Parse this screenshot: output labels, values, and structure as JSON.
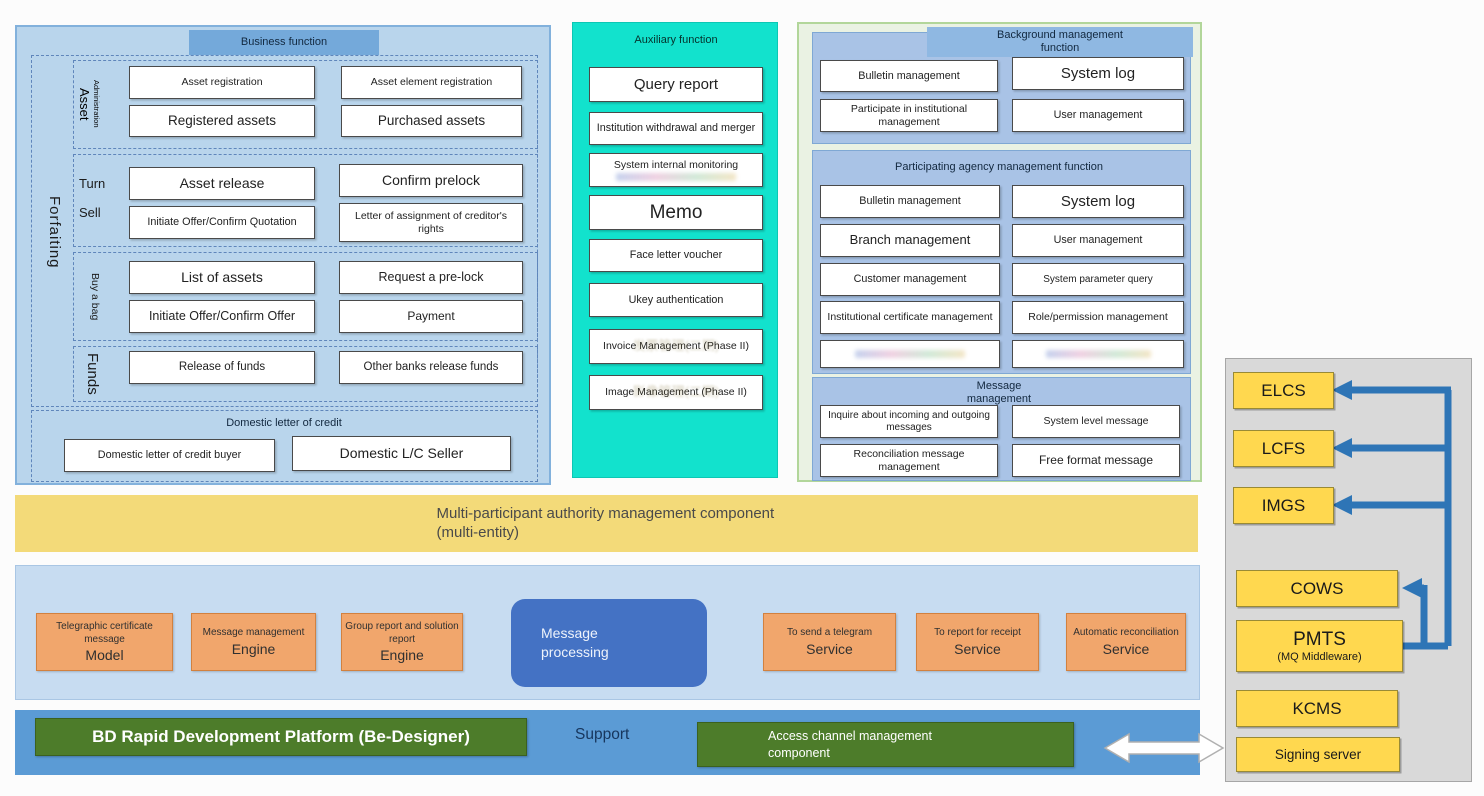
{
  "business": {
    "title": "Business function",
    "side_label": "Forfaiting",
    "asset_group": {
      "label_main": "Asset",
      "label_sub": "Administration",
      "boxes": [
        "Asset registration",
        "Asset element registration",
        "Registered assets",
        "Purchased assets"
      ]
    },
    "sell_group": {
      "label_line1": "Turn",
      "label_line2": "Sell",
      "boxes": [
        "Asset release",
        "Confirm prelock",
        "Initiate Offer/Confirm Quotation",
        "Letter of assignment of creditor's rights"
      ]
    },
    "buy_group": {
      "label": "Buy a bag",
      "boxes": [
        "List of assets",
        "Request a pre-lock",
        "Initiate Offer/Confirm Offer",
        "Payment"
      ]
    },
    "funds_group": {
      "label": "Funds",
      "boxes": [
        "Release of funds",
        "Other banks release funds"
      ]
    },
    "domestic_group": {
      "title": "Domestic letter of credit",
      "boxes": [
        "Domestic letter of credit buyer",
        "Domestic L/C Seller"
      ]
    }
  },
  "auxiliary": {
    "title": "Auxiliary function",
    "boxes": [
      "Query report",
      "Institution withdrawal and merger",
      "System internal monitoring",
      "Memo",
      "Face letter voucher",
      "Ukey authentication",
      "Invoice Management (Phase II)",
      "Image Management (Phase II)"
    ],
    "ghost_invoice": "发票管理(二期)",
    "ghost_image": "影像管理(二期)"
  },
  "background": {
    "title": "Background management function",
    "admin_panel": {
      "boxes": [
        "Bulletin management",
        "System log",
        "Participate in institutional management",
        "User management"
      ]
    },
    "agency_panel": {
      "title": "Participating agency management function",
      "boxes": [
        "Bulletin management",
        "System log",
        "Branch management",
        "User management",
        "Customer management",
        "System parameter query",
        "Institutional certificate management",
        "Role/permission management"
      ]
    },
    "message_panel": {
      "title": "Message management",
      "boxes": [
        "Inquire about incoming and outgoing messages",
        "System level message",
        "Reconciliation message management",
        "Free format message"
      ]
    }
  },
  "authority_banner": "Multi-participant authority management component (multi-entity)",
  "messaging": {
    "center_box": "Message processing",
    "modules": [
      {
        "top": "Telegraphic certificate message",
        "bottom": "Model"
      },
      {
        "top": "Message management",
        "bottom": "Engine"
      },
      {
        "top": "Group report and solution report",
        "bottom": "Engine"
      },
      {
        "top": "To send a telegram",
        "bottom": "Service"
      },
      {
        "top": "To report for receipt",
        "bottom": "Service"
      },
      {
        "top": "Automatic reconciliation",
        "bottom": "Service"
      }
    ]
  },
  "platform": {
    "left_box": "BD Rapid Development Platform (Be-Designer)",
    "support_label": "Support",
    "right_box": "Access channel management component"
  },
  "external": {
    "systems": [
      "ELCS",
      "LCFS",
      "IMGS",
      "COWS",
      "PMTS",
      "KCMS",
      "Signing server"
    ],
    "pmts_subtitle": "(MQ Middleware)"
  },
  "colors": {
    "business_bg": "#b9d5ec",
    "auxiliary_bg": "#12e2cd",
    "background_bg": "#eaf2e3",
    "subpanel_bg": "#a9c3e6",
    "authority_bg": "#f3da79",
    "messaging_bg": "#c7dcf1",
    "platform_bg": "#5b9bd5",
    "green_box": "#4d7c2a",
    "orange_box": "#f1a66c",
    "blue_center_box": "#4472c4",
    "yellow_box": "#ffd84f",
    "arrow_blue": "#2e75b6",
    "external_panel_gray": "#d9d9d9"
  }
}
